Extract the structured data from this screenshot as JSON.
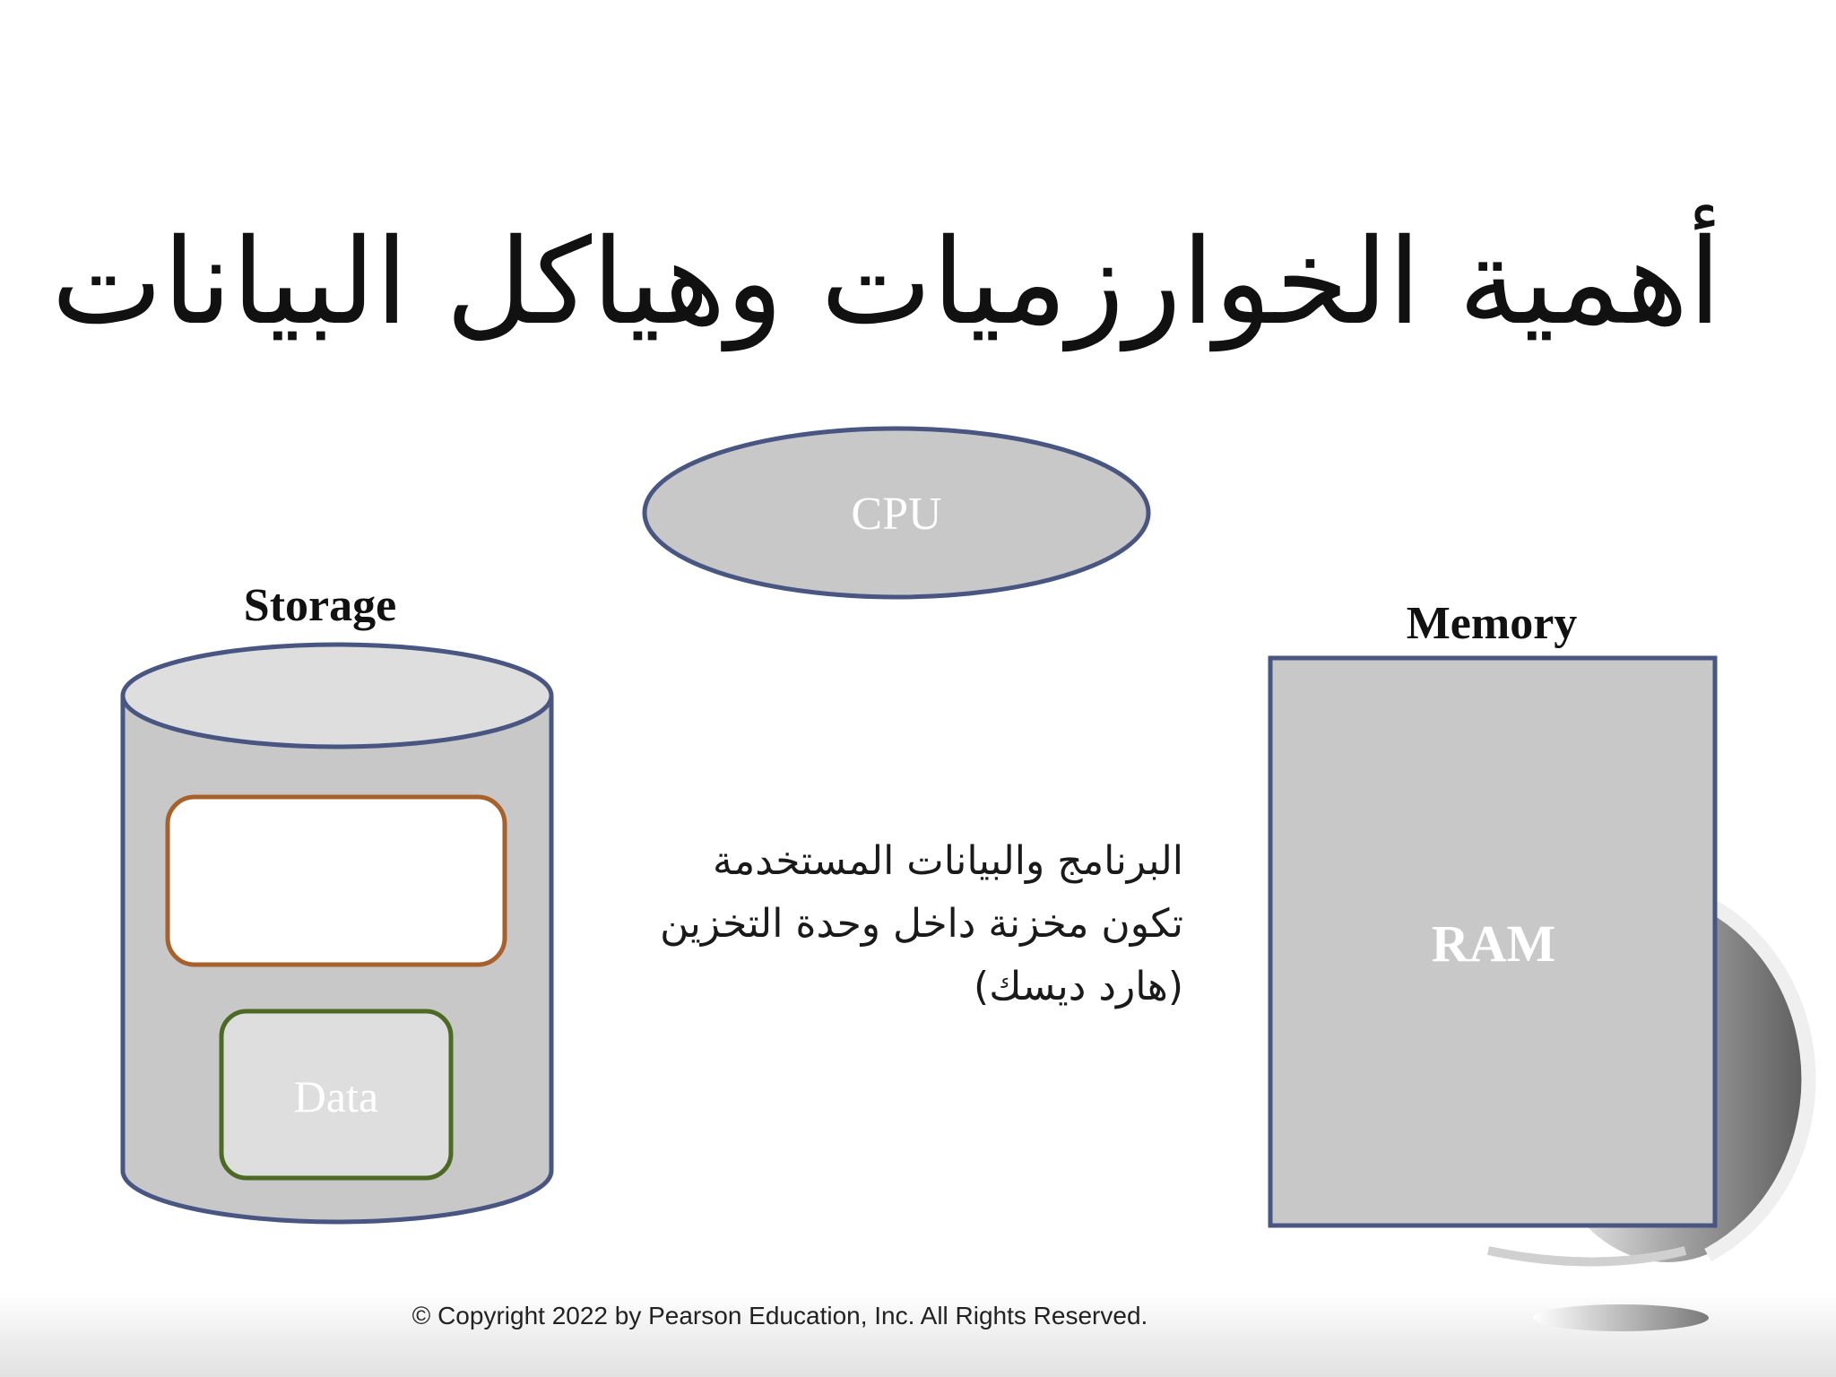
{
  "slide": {
    "title": "أهمية الخوارزميات وهياكل البيانات",
    "cpu_label": "CPU",
    "storage_label": "Storage",
    "data_label": "Data",
    "memory_label": "Memory",
    "ram_label": "RAM",
    "description_lines": [
      "البرنامج والبيانات المستخدمة",
      "تكون مخزنة داخل وحدة التخزين",
      "(هارد ديسك)"
    ],
    "copyright": "© Copyright 2022 by Pearson Education, Inc. All Rights Reserved."
  },
  "colors": {
    "outline_navy": "#4a5682",
    "shape_fill_gray": "#c8c8c8",
    "cylinder_top_fill": "#dedede",
    "program_box_border": "#a8612a",
    "data_box_border": "#4d6a24",
    "label_white": "#ffffff"
  }
}
